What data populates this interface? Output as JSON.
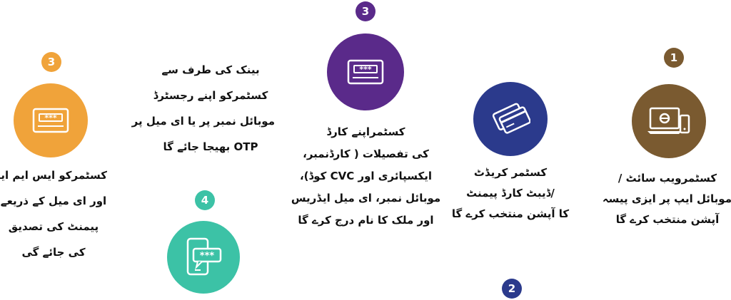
{
  "colors": {
    "step1": "#7a5a30",
    "step2": "#2b3a8c",
    "step3": "#5a2a8a",
    "step4": "#3cc2a6",
    "step5": "#f0a33a"
  },
  "steps": [
    {
      "badge": "1",
      "icon": "laptop-mobile-icon",
      "lines": [
        "کسٹمرویب سائٹ /",
        "موبائل ایپ پر ایزی پیسہ",
        "آپشن منتخب کرے گا"
      ]
    },
    {
      "badge": "2",
      "icon": "cards-icon",
      "lines": [
        "کسٹمر کریڈٹ",
        "/ڈیبٹ کارڈ پیمنٹ",
        "کا آپشن منتخب کرے گا"
      ]
    },
    {
      "badge": "3",
      "icon": "card-pin-icon",
      "lines": [
        "کسٹمراپنے کارڈ",
        "کی تفصیلات ( کارڈنمبر،",
        "ایکسپائری اور CVC کوڈ)،",
        "موبائل نمبر، ای میل ایڈریس",
        "اور ملک کا نام درج کرے گا"
      ]
    },
    {
      "badge": "4",
      "icon": "phone-otp-icon",
      "lines": [
        "بینک کی طرف سے",
        "کسٹمرکو اپنے رجسٹرڈ",
        "موبائل نمبر پر یا ای میل پر",
        "OTP بھیجا جائے گا"
      ]
    },
    {
      "badge": "3",
      "icon": "card-pin-icon",
      "lines": [
        "کسٹمرکو ایس ایم ایس",
        "اور ای میل کے ذریعے",
        "پیمنٹ کی تصدیق",
        "کی جائے گی"
      ]
    }
  ]
}
